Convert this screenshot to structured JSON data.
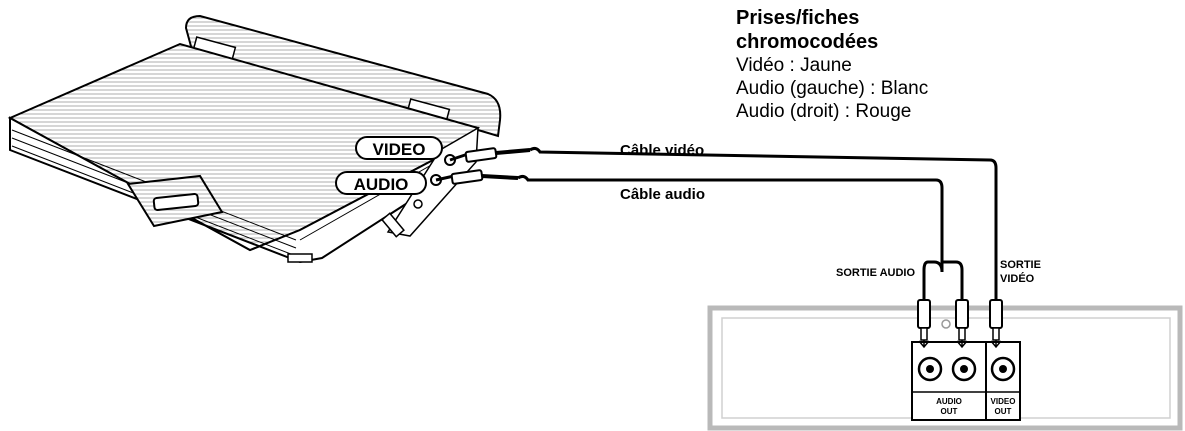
{
  "legend": {
    "title_line1": "Prises/fiches",
    "title_line2": "chromocodées",
    "rows": [
      {
        "name": "Vidéo",
        "sep": " : ",
        "value": "Jaune"
      },
      {
        "name": "Audio (gauche)",
        "sep": " : ",
        "value": "Blanc"
      },
      {
        "name": "Audio (droit)",
        "sep": " : ",
        "value": "Rouge"
      }
    ]
  },
  "player": {
    "video_jack_label": "VIDEO",
    "audio_jack_label": "AUDIO"
  },
  "cables": {
    "video_label": "Câble vidéo",
    "audio_label": "Câble audio"
  },
  "receiver": {
    "audio_out_callout": "SORTIE AUDIO",
    "video_out_callout_line1": "SORTIE",
    "video_out_callout_line2": "VIDÉO",
    "audio_out_line1": "AUDIO",
    "audio_out_line2": "OUT",
    "video_out_line1": "VIDEO",
    "video_out_line2": "OUT"
  }
}
